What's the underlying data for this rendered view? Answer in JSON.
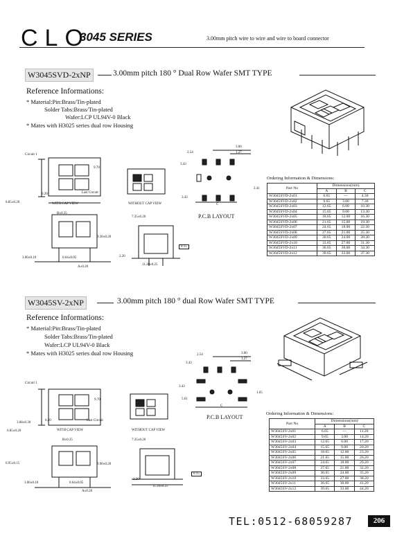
{
  "header": {
    "brand": "CLO",
    "series": "3045 SERIES",
    "subtitle": "3.00mm pitch wire to wire and wire to board connector"
  },
  "sections": [
    {
      "part_no": "W3045SVD-2xNP",
      "title": "3.00mm pitch 180 ° Dual Row Wafer  SMT TYPE",
      "ref_heading": "Reference Informations:",
      "ref_lines": [
        "* Material:Pin:Brass/Tin-plated",
        "Solder Tabs:Brass/Tin-plated",
        "Wafer:LCP UL94V-0 Black",
        "* Mates with H3025 series dual row Housing"
      ],
      "drawing_labels": {
        "circuit1": "Circuit 1",
        "last_circuit": "Last Circuit",
        "cap_view": "WITH CAP VIEW",
        "no_cap_view": "WITHOUT CAP VIEW",
        "pcb_layout": "P.C.B LAYOUT",
        "dims": [
          "6.20",
          "9.70",
          "6.85±0.20",
          "3.00±0.10",
          "B±0.35",
          "9.30±0.20",
          "7.35±0.20",
          "2.20",
          "0.64±0.05",
          "A±0.20",
          "11.20±0.25",
          "0.15",
          "3.00",
          "1.27",
          "2.54",
          "3.43",
          "3.43",
          "2.41",
          "C"
        ]
      },
      "table": {
        "caption": "Ordering Information & Dimensions:",
        "col_part": "Part No",
        "col_dims": "Dimensions(mm)",
        "cols": [
          "A",
          "B",
          "C"
        ],
        "rows": [
          [
            "W3045SVD-2x01",
            "6.65",
            "---",
            "4.30"
          ],
          [
            "W3045SVD-2x02",
            "9.65",
            "3.00",
            "7.30"
          ],
          [
            "W3045SVD-2x03",
            "12.65",
            "6.00",
            "10.30"
          ],
          [
            "W3045SVD-2x04",
            "15.65",
            "9.00",
            "13.30"
          ],
          [
            "W3045SVD-2x05",
            "18.65",
            "12.00",
            "16.30"
          ],
          [
            "W3045SVD-2x06",
            "21.65",
            "15.00",
            "19.30"
          ],
          [
            "W3045SVD-2x07",
            "24.65",
            "18.00",
            "22.30"
          ],
          [
            "W3045SVD-2x08",
            "27.65",
            "21.00",
            "25.30"
          ],
          [
            "W3045SVD-2x09",
            "30.65",
            "24.00",
            "28.30"
          ],
          [
            "W3045SVD-2x10",
            "33.65",
            "27.00",
            "31.30"
          ],
          [
            "W3045SVD-2x11",
            "36.65",
            "30.00",
            "34.30"
          ],
          [
            "W3045SVD-2x12",
            "39.65",
            "33.00",
            "37.30"
          ]
        ]
      }
    },
    {
      "part_no": "W3045SV-2xNP",
      "title": "3.00mm pitch 180 ° dual Row Wafer  SMT TYPE",
      "ref_heading": "Reference Informations:",
      "ref_lines": [
        "* Material:Pin:Brass/Tin-plated",
        "Solder Tabs:Brass/Tin-plated",
        "Wafer:LCP UL94V-0 Black",
        "* Mates with H3025 series dual row Housing"
      ],
      "drawing_labels": {
        "circuit1": "Circuit 1",
        "last_circuit": "Last Circuit",
        "cap_view": "WITH CAP VIEW",
        "no_cap_view": "WITHOUT CAP VIEW",
        "pcb_layout": "P.C.B LAYOUT",
        "dims": [
          "6.20",
          "6.85±0.20",
          "3.08±0.30",
          "9.70",
          "B±0.35",
          "0.95±0.15",
          "3.00±0.10",
          "9.90±0.20",
          "7.35±0.20",
          "2.20",
          "0.64±0.05",
          "A±0.20",
          "11.20±0.25",
          "0.15",
          "3.00",
          "1.27",
          "2.54",
          "3.43",
          "3.43",
          "5.61",
          "1.65",
          "C"
        ]
      },
      "table": {
        "caption": "Ordering Information & Dimensions:",
        "col_part": "Part No",
        "col_dims": "Dimensions(mm)",
        "cols": [
          "A",
          "B",
          "C"
        ],
        "rows": [
          [
            "W3045SV-2x01",
            "6.65",
            "---",
            "11.20"
          ],
          [
            "W3045SV-2x02",
            "9.65",
            "3.00",
            "14.20"
          ],
          [
            "W3045SV-2x03",
            "12.65",
            "6.00",
            "17.20"
          ],
          [
            "W3045SV-2x04",
            "15.65",
            "9.00",
            "20.20"
          ],
          [
            "W3045SV-2x05",
            "18.65",
            "12.00",
            "23.20"
          ],
          [
            "W3045SV-2x06",
            "21.65",
            "15.00",
            "26.20"
          ],
          [
            "W3045SV-2x07",
            "24.65",
            "18.00",
            "29.20"
          ],
          [
            "W3045SV-2x08",
            "27.65",
            "21.00",
            "32.20"
          ],
          [
            "W3045SV-2x09",
            "30.65",
            "24.00",
            "35.20"
          ],
          [
            "W3045SV-2x10",
            "33.65",
            "27.00",
            "38.20"
          ],
          [
            "W3045SV-2x11",
            "36.65",
            "30.00",
            "41.20"
          ],
          [
            "W3045SV-2x12",
            "39.65",
            "33.00",
            "44.20"
          ]
        ]
      }
    }
  ],
  "footer": {
    "tel": "TEL:0512-68059287",
    "page": "206"
  }
}
